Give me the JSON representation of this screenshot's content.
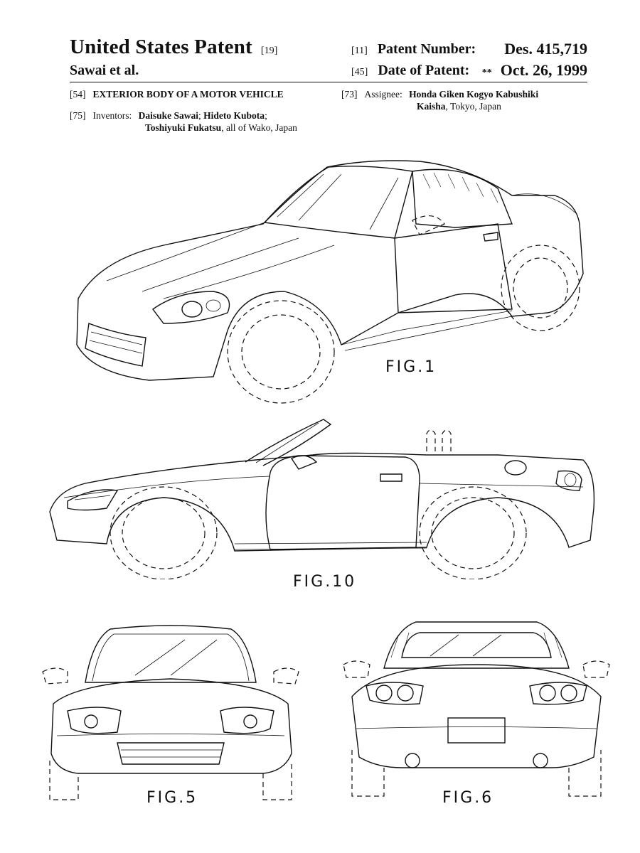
{
  "header": {
    "title": "United States Patent",
    "title_tag": "[19]",
    "inventor_short": "Sawai et al.",
    "patent_number_tag": "[11]",
    "patent_number_label": "Patent Number:",
    "patent_number": "Des. 415,719",
    "date_tag": "[45]",
    "date_label": "Date of Patent:",
    "date_mark": "**",
    "date": "Oct. 26, 1999"
  },
  "bib": {
    "title_tag": "[54]",
    "title": "EXTERIOR BODY OF A MOTOR VEHICLE",
    "inventors_tag": "[75]",
    "inventors_label": "Inventors:",
    "inventor_1": "Daisuke Sawai",
    "inventor_2": "Hideto Kubota",
    "inventor_3": "Toshiyuki Fukatsu",
    "inventors_location": ", all of Wako, Japan",
    "assignee_tag": "[73]",
    "assignee_label": "Assignee:",
    "assignee_line1": "Honda Giken Kogyo Kabushiki",
    "assignee_line2_bold": "Kaisha",
    "assignee_location": ", Tokyo, Japan"
  },
  "figures": {
    "fig1": "FIG.1",
    "fig10": "FIG.10",
    "fig5": "FIG.5",
    "fig6": "FIG.6"
  }
}
